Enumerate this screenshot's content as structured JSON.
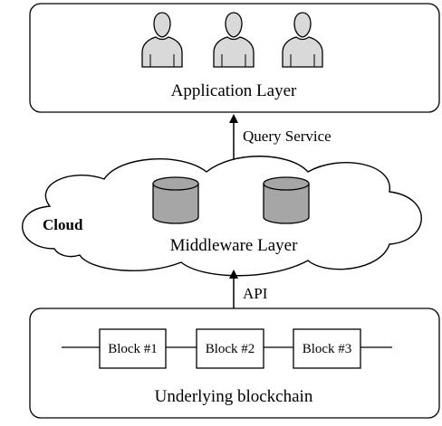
{
  "application_layer": {
    "label": "Application Layer",
    "users": [
      "user-icon",
      "user-icon",
      "user-icon"
    ]
  },
  "query_arrow": {
    "label": "Query Service"
  },
  "cloud": {
    "tag": "Cloud",
    "label": "Middleware Layer",
    "databases": [
      "database-icon",
      "database-icon"
    ]
  },
  "api_arrow": {
    "label": "API"
  },
  "blockchain": {
    "label": "Underlying blockchain",
    "blocks": [
      "Block #1",
      "Block #2",
      "Block #3"
    ]
  },
  "colors": {
    "stroke": "#000000",
    "user_fill": "#d9d9d9",
    "db_fill": "#a6a6a6",
    "background": "#ffffff"
  }
}
